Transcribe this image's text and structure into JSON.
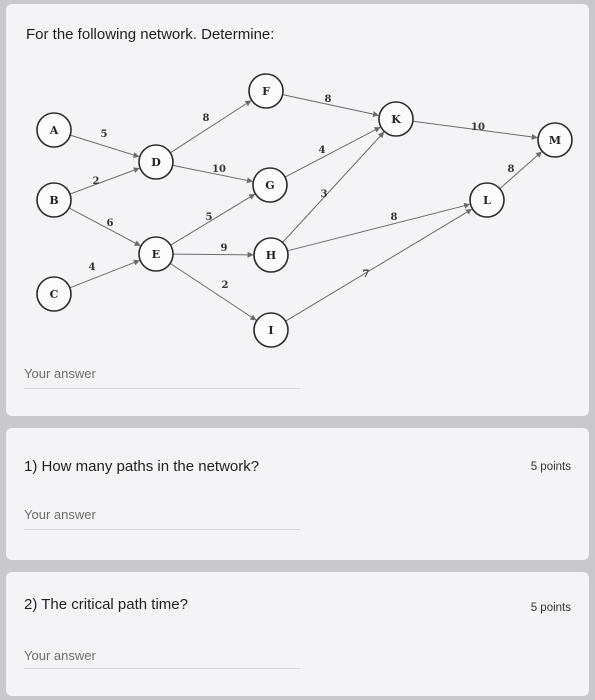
{
  "network_card": {
    "prompt": "For the following network. Determine:",
    "answer_placeholder": "Your answer"
  },
  "diagram": {
    "nodes": [
      "A",
      "B",
      "C",
      "D",
      "E",
      "F",
      "G",
      "H",
      "I",
      "K",
      "L",
      "M"
    ],
    "edges": [
      {
        "from": "A",
        "to": "D",
        "weight": "5"
      },
      {
        "from": "B",
        "to": "D",
        "weight": "2"
      },
      {
        "from": "B",
        "to": "E",
        "weight": "6"
      },
      {
        "from": "C",
        "to": "E",
        "weight": "4"
      },
      {
        "from": "D",
        "to": "F",
        "weight": "8"
      },
      {
        "from": "D",
        "to": "G",
        "weight": "10"
      },
      {
        "from": "E",
        "to": "G",
        "weight": "5"
      },
      {
        "from": "E",
        "to": "H",
        "weight": "9"
      },
      {
        "from": "E",
        "to": "I",
        "weight": "2"
      },
      {
        "from": "F",
        "to": "K",
        "weight": "8"
      },
      {
        "from": "G",
        "to": "K",
        "weight": "4"
      },
      {
        "from": "H",
        "to": "K",
        "weight": "3"
      },
      {
        "from": "H",
        "to": "L",
        "weight": "8"
      },
      {
        "from": "I",
        "to": "L",
        "weight": "7"
      },
      {
        "from": "K",
        "to": "M",
        "weight": "10"
      },
      {
        "from": "L",
        "to": "M",
        "weight": "8"
      }
    ]
  },
  "question1": {
    "prompt": "1) How many paths in the network?",
    "points": "5 points",
    "answer_placeholder": "Your answer"
  },
  "question2": {
    "prompt": "2) The critical path time?",
    "points": "5 points",
    "answer_placeholder": "Your answer"
  }
}
